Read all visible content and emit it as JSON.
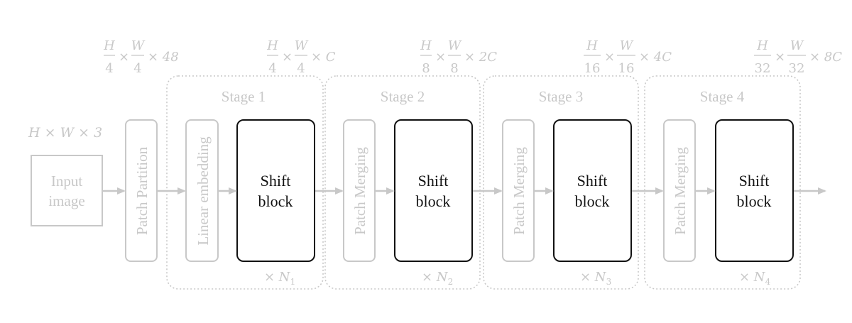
{
  "input": {
    "dims": "H × W × 3",
    "label_line1": "Input",
    "label_line2": "image"
  },
  "patch_partition": {
    "label": "Patch Partition"
  },
  "linear_embedding": {
    "label": "Linear embedding"
  },
  "shift_block": {
    "line1": "Shift",
    "line2": "block"
  },
  "patch_merging": {
    "label": "Patch Merging"
  },
  "dims": [
    {
      "num_h": "H",
      "den_h": "4",
      "num_w": "W",
      "den_w": "4",
      "times": "×",
      "tail": "× 48"
    },
    {
      "num_h": "H",
      "den_h": "4",
      "num_w": "W",
      "den_w": "4",
      "times": "×",
      "tail": "× C"
    },
    {
      "num_h": "H",
      "den_h": "8",
      "num_w": "W",
      "den_w": "8",
      "times": "×",
      "tail": "× 2C"
    },
    {
      "num_h": "H",
      "den_h": "16",
      "num_w": "W",
      "den_w": "16",
      "times": "×",
      "tail": "× 4C"
    },
    {
      "num_h": "H",
      "den_h": "32",
      "num_w": "W",
      "den_w": "32",
      "times": "×",
      "tail": "× 8C"
    }
  ],
  "stages": [
    {
      "title": "Stage 1",
      "repeat": "× N",
      "sub": "1"
    },
    {
      "title": "Stage 2",
      "repeat": "× N",
      "sub": "2"
    },
    {
      "title": "Stage 3",
      "repeat": "× N",
      "sub": "3"
    },
    {
      "title": "Stage 4",
      "repeat": "× N",
      "sub": "4"
    }
  ],
  "colors": {
    "faded": "#c8c8c8",
    "block_border": "#111111",
    "arrow": "#c8c8c8"
  }
}
